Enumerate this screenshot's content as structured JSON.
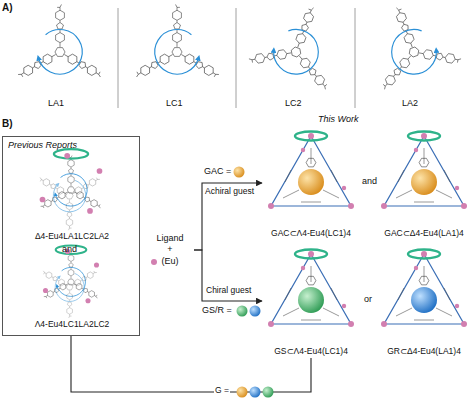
{
  "diagram": {
    "nodes": [
      {
        "text": [
          "Previous Reports"
        ]
      },
      {
        "text": [
          "Δ4-Eu4LA1LC2LA2"
        ],
        "in": 0
      },
      {
        "text": [
          "Λ4-Eu4LC1LA2LC2"
        ],
        "in": 0
      },
      {
        "text": [
          "Ligand",
          "+",
          "(Eu)"
        ]
      },
      {
        "text": [
          "GAC⊂Λ4-Eu4(LC1)4"
        ]
      },
      {
        "text": [
          "GAC⊂Δ4-Eu4(LA1)4"
        ]
      },
      {
        "text": [
          "GS⊂Λ4-Eu4(LC1)4"
        ]
      },
      {
        "text": [
          "GR⊂Δ4-Eu4(LA1)4"
        ]
      }
    ],
    "edges": [
      {
        "from": 3,
        "to": 4,
        "arrow": "to",
        "label": "Achiral guest"
      },
      {
        "from": 3,
        "to": 6,
        "arrow": "to",
        "label": "Chiral guest"
      },
      {
        "from": 0,
        "to": 6,
        "arrow": "none",
        "label": "G ="
      }
    ],
    "labels": [
      "A)",
      "LA1",
      "LC1",
      "LC2",
      "LA2",
      "B)",
      "This Work",
      "and",
      "GAC =",
      "GS/R =",
      "and",
      "or"
    ]
  }
}
